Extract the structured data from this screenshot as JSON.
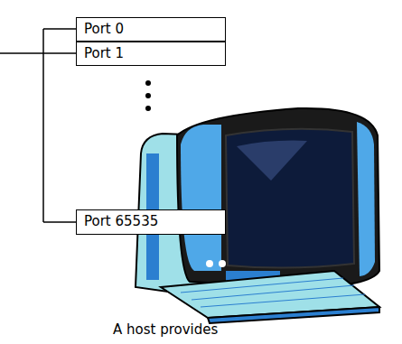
{
  "diagram": {
    "nodes": [
      {
        "text": [
          "Port 0"
        ]
      },
      {
        "text": [
          "Port 1"
        ]
      },
      {
        "text": [
          "Port 65535"
        ]
      }
    ],
    "labels": [
      "A host provides"
    ]
  }
}
